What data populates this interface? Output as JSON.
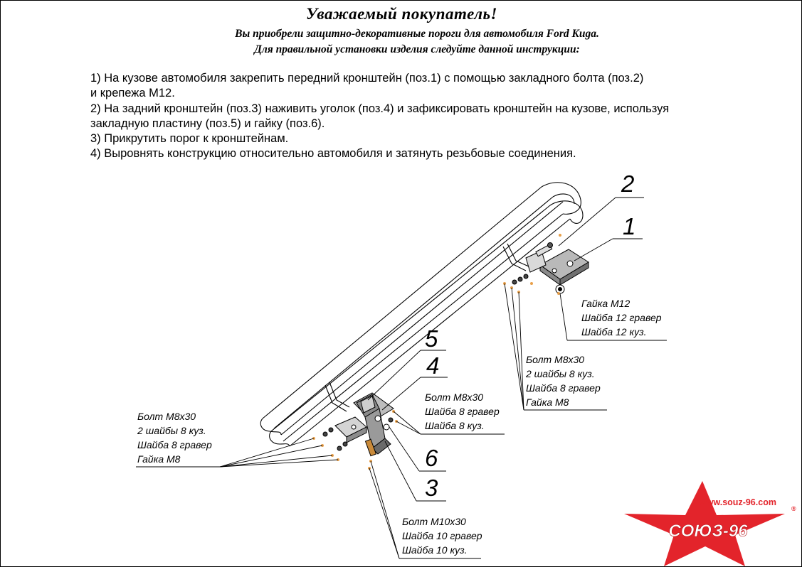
{
  "header": {
    "title": "Уважаемый   покупатель!",
    "subtitle_line1": "Вы приобрели защитно-декоративные пороги для автомобиля Ford Kuga.",
    "subtitle_line2": "Для правильной установки изделия следуйте данной инструкции:"
  },
  "instructions": [
    "1) На кузове автомобиля закрепить передний кронштейн (поз.1) с помощью закладного болта (поз.2)",
    "и крепежа М12.",
    "2) На задний кронштейн (поз.3) наживить уголок (поз.4) и зафиксировать кронштейн на кузове, используя",
    "закладную пластину (поз.5) и гайку (поз.6).",
    "3) Прикрутить порог к кронштейнам.",
    "4) Выровнять конструкцию относительно автомобиля и затянуть резьбовые соединения."
  ],
  "positions": {
    "p1": "1",
    "p2": "2",
    "p3": "3",
    "p4": "4",
    "p5": "5",
    "p6": "6"
  },
  "callouts": {
    "front_m12": [
      "Гайка М12",
      "Шайба 12 гравер",
      "Шайба 12 куз."
    ],
    "front_m8": [
      "Болт М8х30",
      "2 шайбы 8 куз.",
      "Шайба 8 гравер",
      "Гайка М8"
    ],
    "rear_left_m8": [
      "Болт М8х30",
      "2 шайбы 8 куз.",
      "Шайба 8 гравер",
      "Гайка М8"
    ],
    "rear_right_m8": [
      "Болт М8х30",
      "Шайба 8 гравер",
      "Шайба 8 куз."
    ],
    "rear_m10": [
      "Болт М10х30",
      "Шайба 10 гравер",
      "Шайба 10 куз."
    ]
  },
  "logo": {
    "url": "www.souz-96.com",
    "brand": "СОЮЗ-96",
    "registered": "®",
    "color": "#e3242b"
  }
}
